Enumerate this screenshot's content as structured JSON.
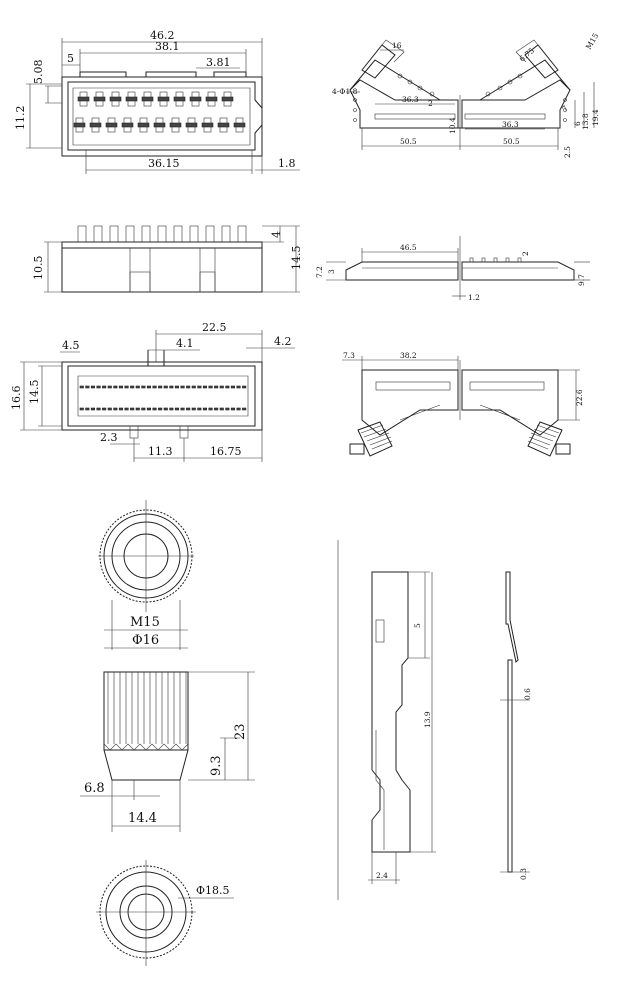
{
  "front_view": {
    "width_total": "46.2",
    "pitch_outer": "38.1",
    "left_offset": "5",
    "pin_pitch": "3.81",
    "height_left": "5.08",
    "height_total": "11.2",
    "bottom_span": "36.15",
    "side_gap": "1.8"
  },
  "top_right_view": {
    "label_16": "16",
    "label_hole": "4-Φ1.8",
    "label_m15": "M15",
    "label_thread": "6.75",
    "label_36_3_left": "36.3",
    "label_36_3_right": "36.3",
    "label_2": "2",
    "label_10_4": "10.4",
    "label_50_5_left": "50.5",
    "label_50_5_right": "50.5",
    "label_2_5": "2.5",
    "label_6": "6",
    "label_13_8": "13.8",
    "label_19_4": "19.4",
    "label_7": "7"
  },
  "side_view": {
    "height_total": "14.5",
    "height_body": "10.5",
    "pin_height": "4"
  },
  "side_right_view": {
    "label_46_5": "46.5",
    "label_2": "2",
    "label_7_2": "7.2",
    "label_3": "3",
    "label_1_2": "1.2",
    "label_9_7": "9.7"
  },
  "bottom_view": {
    "label_22_5": "22.5",
    "label_4_5": "4.5",
    "label_4_1": "4.1",
    "label_4_2": "4.2",
    "label_16_6": "16.6",
    "label_14_5": "14.5",
    "label_2_3": "2.3",
    "label_11_3": "11.3",
    "label_16_75": "16.75"
  },
  "bottom_right_view": {
    "label_7_3": "7.3",
    "label_38_2": "38.2",
    "label_22_6": "22.6"
  },
  "nut_view": {
    "label_m15": "M15",
    "label_phi16": "Φ16",
    "label_23": "23",
    "label_9_3": "9.3",
    "label_6_8": "6.8",
    "label_14_4": "14.4",
    "label_phi18_5": "Φ18.5"
  },
  "contact_view": {
    "label_5": "5",
    "label_13_9": "13.9",
    "label_2_4": "2.4",
    "label_0_6": "0.6",
    "label_0_3": "0.3"
  }
}
